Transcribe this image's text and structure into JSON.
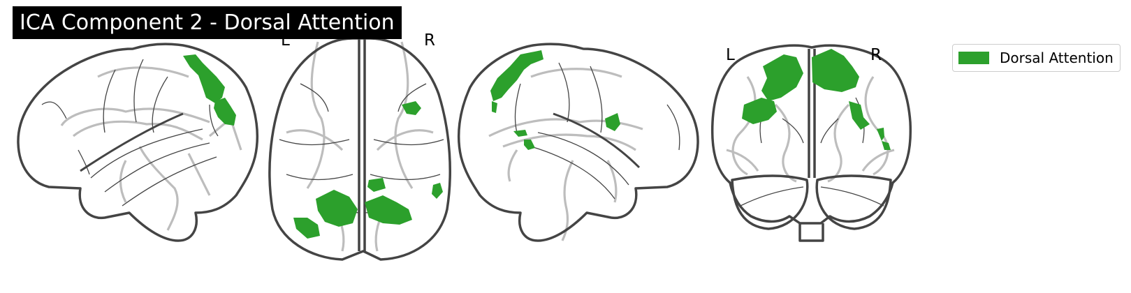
{
  "figure": {
    "title": "ICA Component 2 - Dorsal Attention",
    "overlay_color": "#2ca02c",
    "outline_color": "#444444",
    "deep_structure_color": "#bdbdbd"
  },
  "views": {
    "sagittal_left": {
      "kind": "sagittal"
    },
    "axial": {
      "kind": "axial",
      "left_label": "L",
      "right_label": "R"
    },
    "sagittal_right": {
      "kind": "sagittal"
    },
    "coronal": {
      "kind": "coronal",
      "left_label": "L",
      "right_label": "R"
    }
  },
  "legend": {
    "items": [
      {
        "label": "Dorsal Attention",
        "color": "#2ca02c"
      }
    ]
  }
}
